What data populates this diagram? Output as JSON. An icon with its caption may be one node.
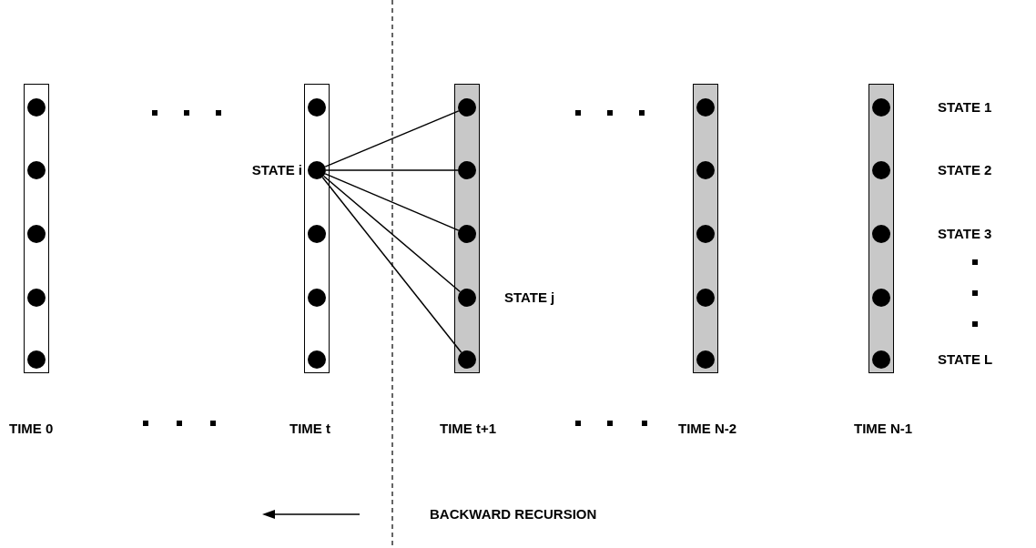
{
  "diagram": {
    "nodes": [
      {
        "text": [],
        "shape": "bar",
        "beside": [
          "TIME 0"
        ]
      },
      {
        "text": [],
        "shape": "circle",
        "in": 0
      },
      {
        "text": [],
        "shape": "circle",
        "in": 0
      },
      {
        "text": [],
        "shape": "circle",
        "in": 0
      },
      {
        "text": [],
        "shape": "circle",
        "in": 0
      },
      {
        "text": [],
        "shape": "circle",
        "in": 0
      },
      {
        "text": [],
        "shape": "bar",
        "beside": [
          "TIME t"
        ]
      },
      {
        "text": [],
        "shape": "circle",
        "in": 6
      },
      {
        "text": [],
        "shape": "circle",
        "in": 6,
        "beside": [
          "STATE i"
        ]
      },
      {
        "text": [],
        "shape": "circle",
        "in": 6
      },
      {
        "text": [],
        "shape": "circle",
        "in": 6
      },
      {
        "text": [],
        "shape": "circle",
        "in": 6
      },
      {
        "text": [],
        "shape": "bar",
        "beside": [
          "TIME t+1"
        ]
      },
      {
        "text": [],
        "shape": "circle",
        "in": 12
      },
      {
        "text": [],
        "shape": "circle",
        "in": 12
      },
      {
        "text": [],
        "shape": "circle",
        "in": 12
      },
      {
        "text": [],
        "shape": "circle",
        "in": 12,
        "beside": [
          "STATE j"
        ]
      },
      {
        "text": [],
        "shape": "circle",
        "in": 12
      },
      {
        "text": [],
        "shape": "bar",
        "beside": [
          "TIME N-2"
        ]
      },
      {
        "text": [],
        "shape": "circle",
        "in": 18
      },
      {
        "text": [],
        "shape": "circle",
        "in": 18
      },
      {
        "text": [],
        "shape": "circle",
        "in": 18
      },
      {
        "text": [],
        "shape": "circle",
        "in": 18
      },
      {
        "text": [],
        "shape": "circle",
        "in": 18
      },
      {
        "text": [],
        "shape": "bar",
        "beside": [
          "TIME N-1"
        ]
      },
      {
        "text": [],
        "shape": "circle",
        "in": 24,
        "beside": [
          "STATE 1"
        ]
      },
      {
        "text": [],
        "shape": "circle",
        "in": 24,
        "beside": [
          "STATE 2"
        ]
      },
      {
        "text": [],
        "shape": "circle",
        "in": 24,
        "beside": [
          "STATE 3"
        ]
      },
      {
        "text": [],
        "shape": "circle",
        "in": 24
      },
      {
        "text": [],
        "shape": "circle",
        "in": 24,
        "beside": [
          "STATE L"
        ]
      }
    ],
    "edges": [
      {
        "from": 8,
        "to": 13,
        "arrow": "none"
      },
      {
        "from": 8,
        "to": 14,
        "arrow": "none"
      },
      {
        "from": 8,
        "to": 15,
        "arrow": "none"
      },
      {
        "from": 8,
        "to": 16,
        "arrow": "none"
      },
      {
        "from": 8,
        "to": 17,
        "arrow": "none"
      }
    ],
    "labels": [
      "BACKWARD RECURSION"
    ]
  }
}
